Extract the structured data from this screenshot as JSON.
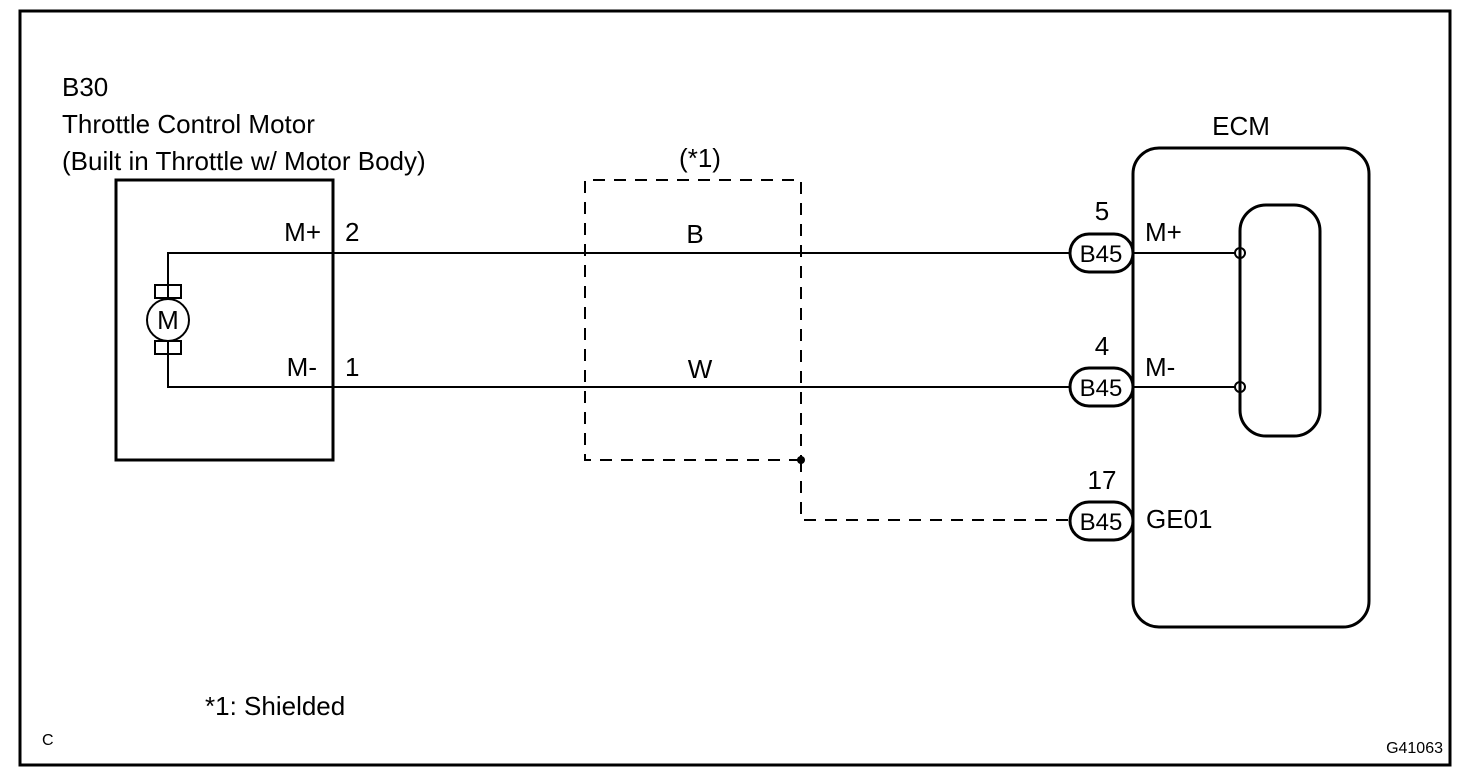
{
  "component_left": {
    "id": "B30",
    "name": "Throttle Control Motor",
    "note": "(Built in Throttle w/ Motor Body)",
    "motor_symbol": "M",
    "pins": [
      {
        "label": "M+",
        "number": "2"
      },
      {
        "label": "M-",
        "number": "1"
      }
    ]
  },
  "shield": {
    "marker": "(*1)"
  },
  "wires": [
    {
      "color": "B"
    },
    {
      "color": "W"
    }
  ],
  "ecm": {
    "title": "ECM",
    "connectors": [
      {
        "pin_number": "5",
        "connector": "B45",
        "terminal": "M+"
      },
      {
        "pin_number": "4",
        "connector": "B45",
        "terminal": "M-"
      },
      {
        "pin_number": "17",
        "connector": "B45",
        "terminal": "GE01"
      }
    ]
  },
  "footnote": "*1: Shielded",
  "corner_mark": "C",
  "figure_code": "G41063"
}
